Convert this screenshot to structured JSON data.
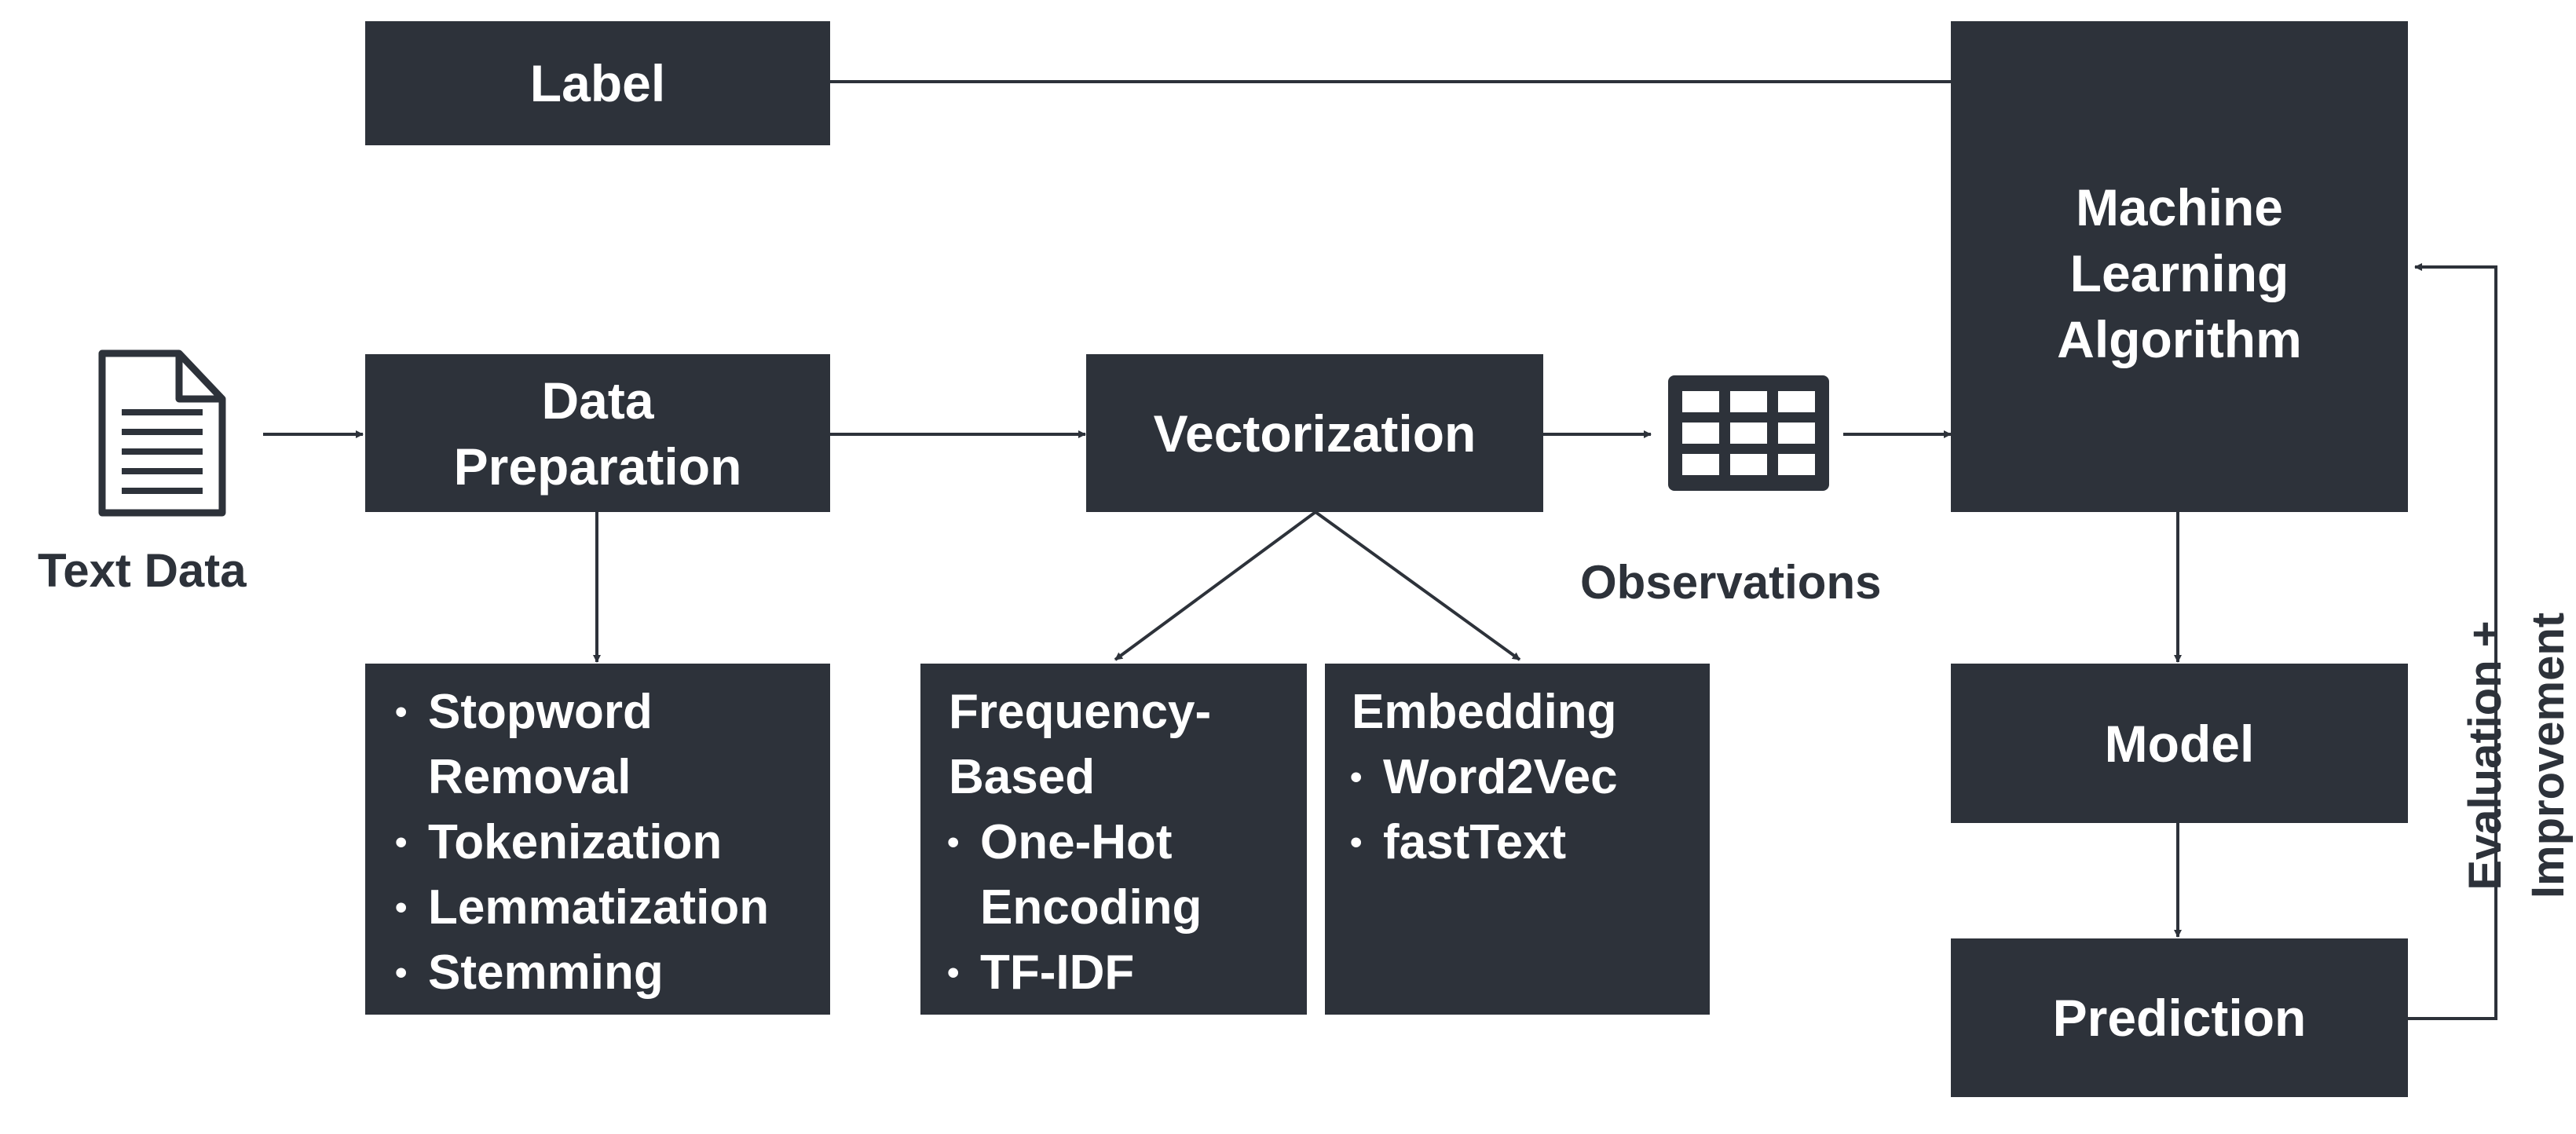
{
  "nodes": {
    "label": "Label",
    "data_preparation": "Data\nPreparation",
    "vectorization": "Vectorization",
    "ml_algorithm": "Machine\nLearning\nAlgorithm",
    "model": "Model",
    "prediction": "Prediction"
  },
  "preparation_steps": [
    "Stopword\nRemoval",
    "Tokenization",
    "Lemmatization",
    "Stemming"
  ],
  "frequency_based": {
    "title": "Frequency-\nBased",
    "items": [
      "One-Hot\nEncoding",
      "TF-IDF"
    ]
  },
  "embedding": {
    "title": "Embedding",
    "items": [
      "Word2Vec",
      "fastText"
    ]
  },
  "captions": {
    "text_data": "Text Data",
    "observations": "Observations",
    "feedback": "Evaluation +\nImprovement"
  },
  "icons": {
    "text_data": "document-icon",
    "observations": "table-grid-icon"
  },
  "colors": {
    "box": "#2d323a",
    "text": "#ffffff",
    "line": "#2d323a"
  }
}
